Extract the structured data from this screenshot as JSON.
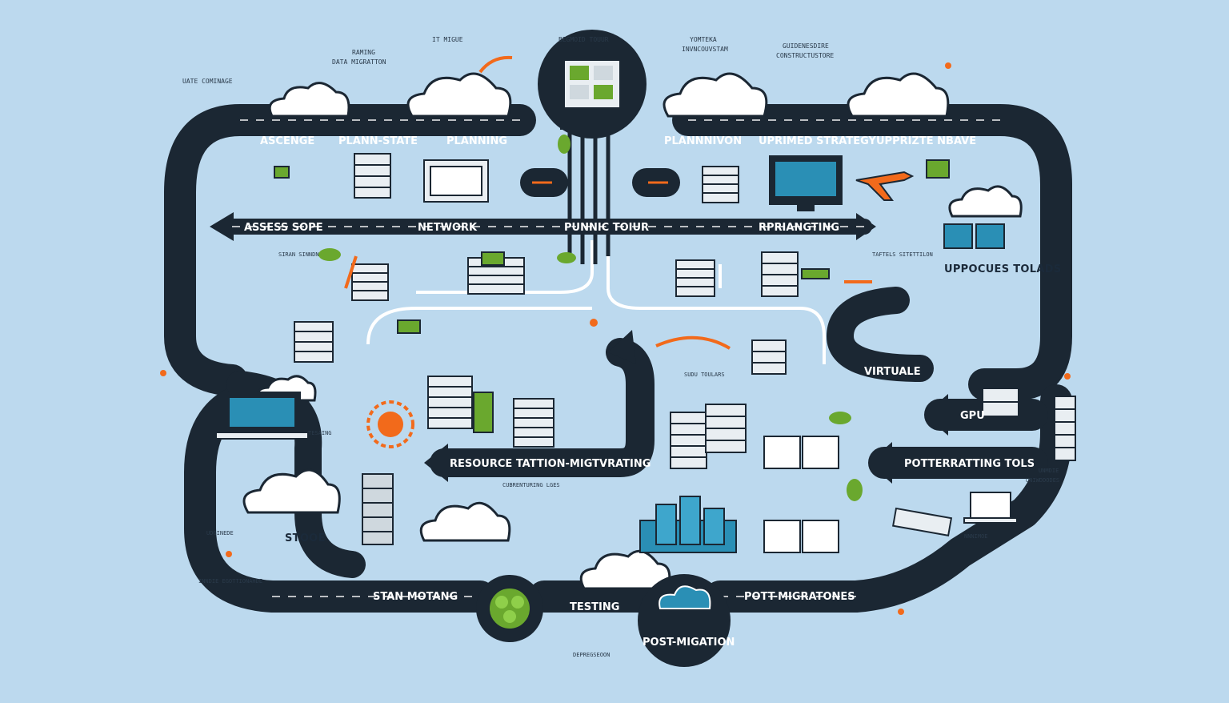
{
  "colors": {
    "background": "#bcd9ee",
    "road": "#1b2733",
    "cloud": "#ffffff",
    "server": "#e9eef2",
    "accent_orange": "#f26a1b",
    "accent_green": "#6aa82e",
    "screen_teal": "#2a8fb5"
  },
  "labels": {
    "top_left_corner": "UATE COMINAGE",
    "top_col1_line1": "RAMING",
    "top_col1_line2": "DATA MIGRATTON",
    "top_col2": "IT MIGUE",
    "top_col3": "BEGMOID TOUUR",
    "top_col4_line1": "YOMTEKA",
    "top_col4_line2": "INVNCOUVSTAM",
    "top_col5_line1": "GUIDENESDIRE",
    "top_col5_line2": "CONSTRUCTUSTORE",
    "road_top_1": "ASCENGE",
    "road_top_2": "PLANN-STATE",
    "road_top_3": "PLANNING",
    "road_top_4": "PLANNNIVON",
    "road_top_5": "UPRIMED STRATEGY",
    "road_top_6": "UPPRIZTE NBAVE",
    "arrow_row_1": "ASSESS SOPE",
    "arrow_row_2": "NETWORK",
    "arrow_row_3": "PUNNIC TOIUR",
    "arrow_row_4": "RPRIANGTING",
    "mid_right": "UPPOCUES TOLADS",
    "mid_small_1": "SIRAN SINNDN",
    "mid_small_2": "TAFTELS SITETTILON",
    "virtual": "VIRTUALE",
    "gpu": "GPU",
    "sudo_tools": "SUDU TOULARS",
    "testing_sm": "TESAING",
    "resource": "RESOURCE TATTION-MIGTVRATING",
    "porting_tools": "POTTERRATTING TOLS",
    "bottom_center_sm": "CUBRENTURING LGES",
    "stoore": "STOOE",
    "stan_motang": "STAN MOTANG",
    "testing": "TESTING",
    "post_migration": "POST-MIGATION",
    "post_migrations_right": "POTT-MIGRATONES",
    "bottom_right_1": "UNMDIE",
    "bottom_right_2": "UNIWDDODES",
    "bottom_right_3": "NNNIMOE",
    "bottom_left_1": "UDGINEDE",
    "bottom_left_2": "INNDIE EGOTTIONAHDE",
    "deprecation": "DEPREGSEOON"
  }
}
